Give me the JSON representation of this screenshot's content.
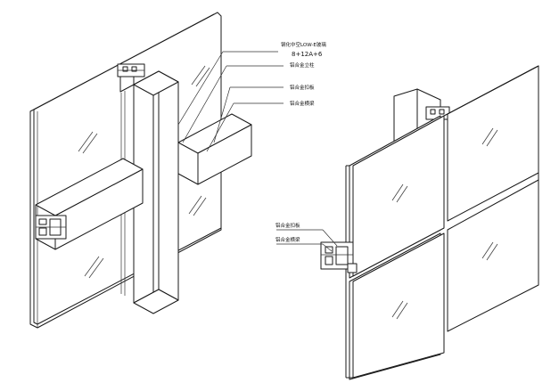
{
  "labels": {
    "glass_spec_line1": "钢化中空LOW-E玻璃",
    "glass_spec_line2": "8+12A+6",
    "mullion": "铝合金立柱",
    "transom_outer": "铝合金扣板",
    "transom_inner": "铝合金横梁",
    "right_cap": "铝合金扣板",
    "right_beam": "铝合金横梁"
  },
  "colors": {
    "line": "#1a1a1a",
    "background": "#ffffff"
  }
}
